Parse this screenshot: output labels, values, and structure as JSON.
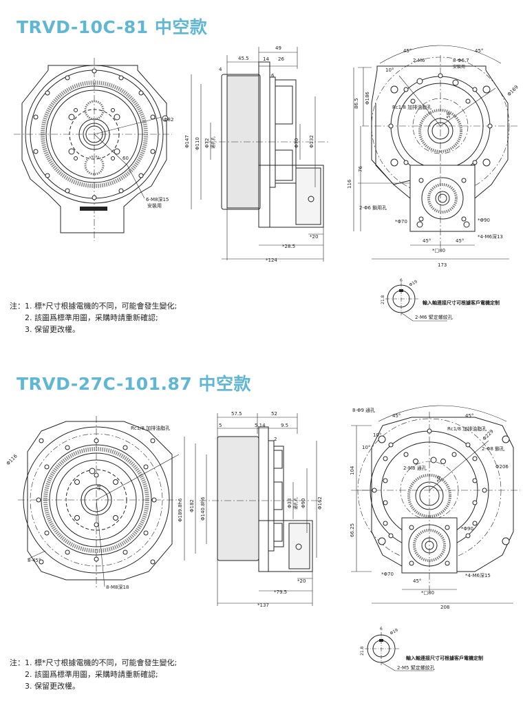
{
  "section1": {
    "title": "TRVD-10C-81 中空款",
    "notes": [
      "注：1. 標*尺寸根據電機的不同，可能會發生變化;",
      "2. 該圖爲標準用圖，采購時請重新確認;",
      "3. 保留更改權。"
    ],
    "front": {
      "d82": "Φ82",
      "d60": "60",
      "holes": "6-M8深15",
      "install": "安裝用"
    },
    "side": {
      "d455": "45.5",
      "d49": "49",
      "d14": "14",
      "d26": "26",
      "d4": "4",
      "d6": "6",
      "d147": "Φ147",
      "d110": "Φ110",
      "d72": "Φ72",
      "hole_tag": "通孔孔",
      "d70": "Φ70",
      "d132": "Φ132",
      "d285": "*28.5",
      "d20": "*20",
      "d124": "*124"
    },
    "rear": {
      "d45a": "45°",
      "d45b": "45°",
      "m6": "2-M6",
      "d67": "8-Φ6.7",
      "install": "安裝用",
      "d10": "10°",
      "d186": "Φ186",
      "d169": "Φ169",
      "rc": "Rc1/8 加排油脂孔",
      "d58": "58",
      "d865": "86.5",
      "d76": "76",
      "d116": "116",
      "pin": "2-Φ6 鎖用孔",
      "d70": "*Φ70",
      "d90": "*Φ90",
      "m6b": "*4-M6深13",
      "sq80": "*□80",
      "d45c": "45°",
      "d45d": "45°",
      "d173": "173"
    },
    "shaft": {
      "d6": "6",
      "d19": "Φ19",
      "d218": "21.8",
      "note": "輸入軸連接尺寸可根據客戶電機定制",
      "screw": "2-M6 緊定螺紋孔"
    }
  },
  "section2": {
    "title": "TRVD-27C-101.87 中空款",
    "notes": [
      "注：1. 標*尺寸根據電機的不同，可能會發生變化;",
      "2. 該圖爲標準用圖，采購時請重新確認;",
      "3. 保留更改權。"
    ],
    "front": {
      "rc": "Rc1/8 加排油脂孔",
      "d116": "Φ116",
      "d48": "48",
      "d845": "8-45°",
      "m8": "8-M8深18"
    },
    "side": {
      "d575": "57.5",
      "d52": "52",
      "d5": "5",
      "d514": "5.14",
      "d95": "9.5",
      "d2": "2",
      "d189": "Φ189.8h6",
      "d182": "Φ182",
      "d140": "Φ140.8h6",
      "d33": "Φ33",
      "hole_tag": "通孔孔",
      "d90": "Φ90",
      "d162": "Φ162",
      "d20": "*20",
      "d795": "*79.5",
      "d137": "*137"
    },
    "rear": {
      "d9": "8-Φ9 通孔",
      "d45a": "45°",
      "d45b": "45°",
      "rc": "Rc1/8 加排油脂孔",
      "d10a": "10°",
      "d10b": "10°",
      "d229": "Φ229",
      "d8": "2-Φ8 鎖孔",
      "d206": "Φ206",
      "m8": "2-M8 通孔",
      "d50": "50",
      "d104": "104",
      "d6625": "66.25",
      "d90": "*Φ90",
      "d70": "*Φ70",
      "m6": "*4-M6深15",
      "d45c": "45°",
      "sq80": "*□80",
      "d208": "208"
    },
    "shaft": {
      "d6": "6",
      "d19": "Φ19",
      "d218": "21.8",
      "note": "輸入軸連接尺寸可根據客戶電機定制",
      "screw": "2-M5 緊定螺紋孔"
    }
  }
}
